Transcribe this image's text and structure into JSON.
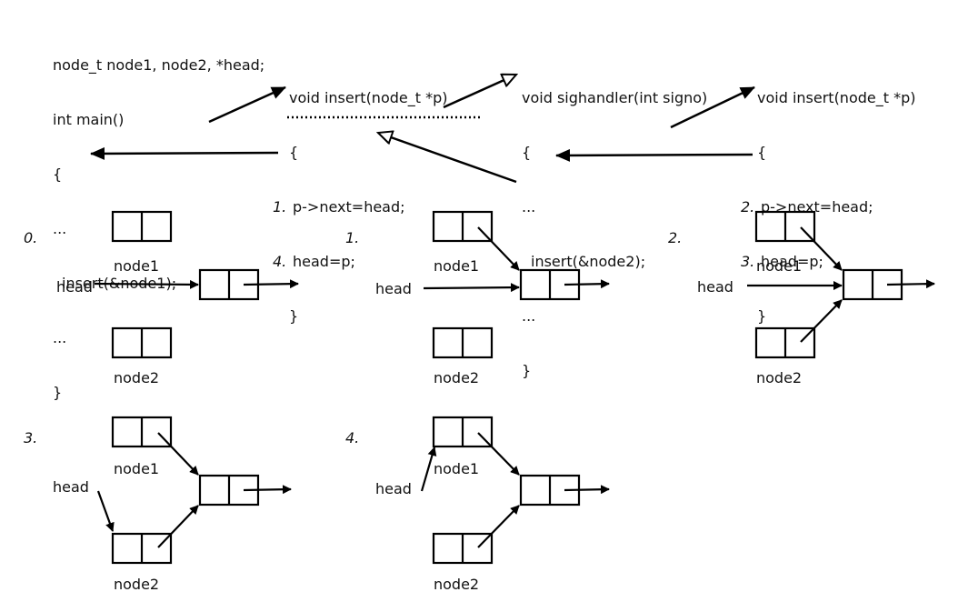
{
  "main_code": {
    "decl": "node_t node1, node2, *head;",
    "sig": "int main()",
    "open": "{",
    "dots1": "...",
    "call": "insert(&node1);",
    "dots2": "...",
    "close": "}"
  },
  "insert_a": {
    "sig": "void insert(node_t *p)",
    "open": "{",
    "n1": "1.",
    "line1": "p->next=head;",
    "n4": "4.",
    "line2": "head=p;",
    "close": "}"
  },
  "handler": {
    "sig": "void sighandler(int signo)",
    "open": "{",
    "dots1": "...",
    "call": "insert(&node2);",
    "dots2": "...",
    "close": "}"
  },
  "insert_b": {
    "sig": "void insert(node_t *p)",
    "open": "{",
    "n2": "2.",
    "line1": "p->next=head;",
    "n3": "3.",
    "line2": "head=p;",
    "close": "}"
  },
  "steps": {
    "s0": "0.",
    "s1": "1.",
    "s2": "2.",
    "s3": "3.",
    "s4": "4."
  },
  "labels": {
    "node1": "node1",
    "node2": "node2",
    "head": "head"
  }
}
